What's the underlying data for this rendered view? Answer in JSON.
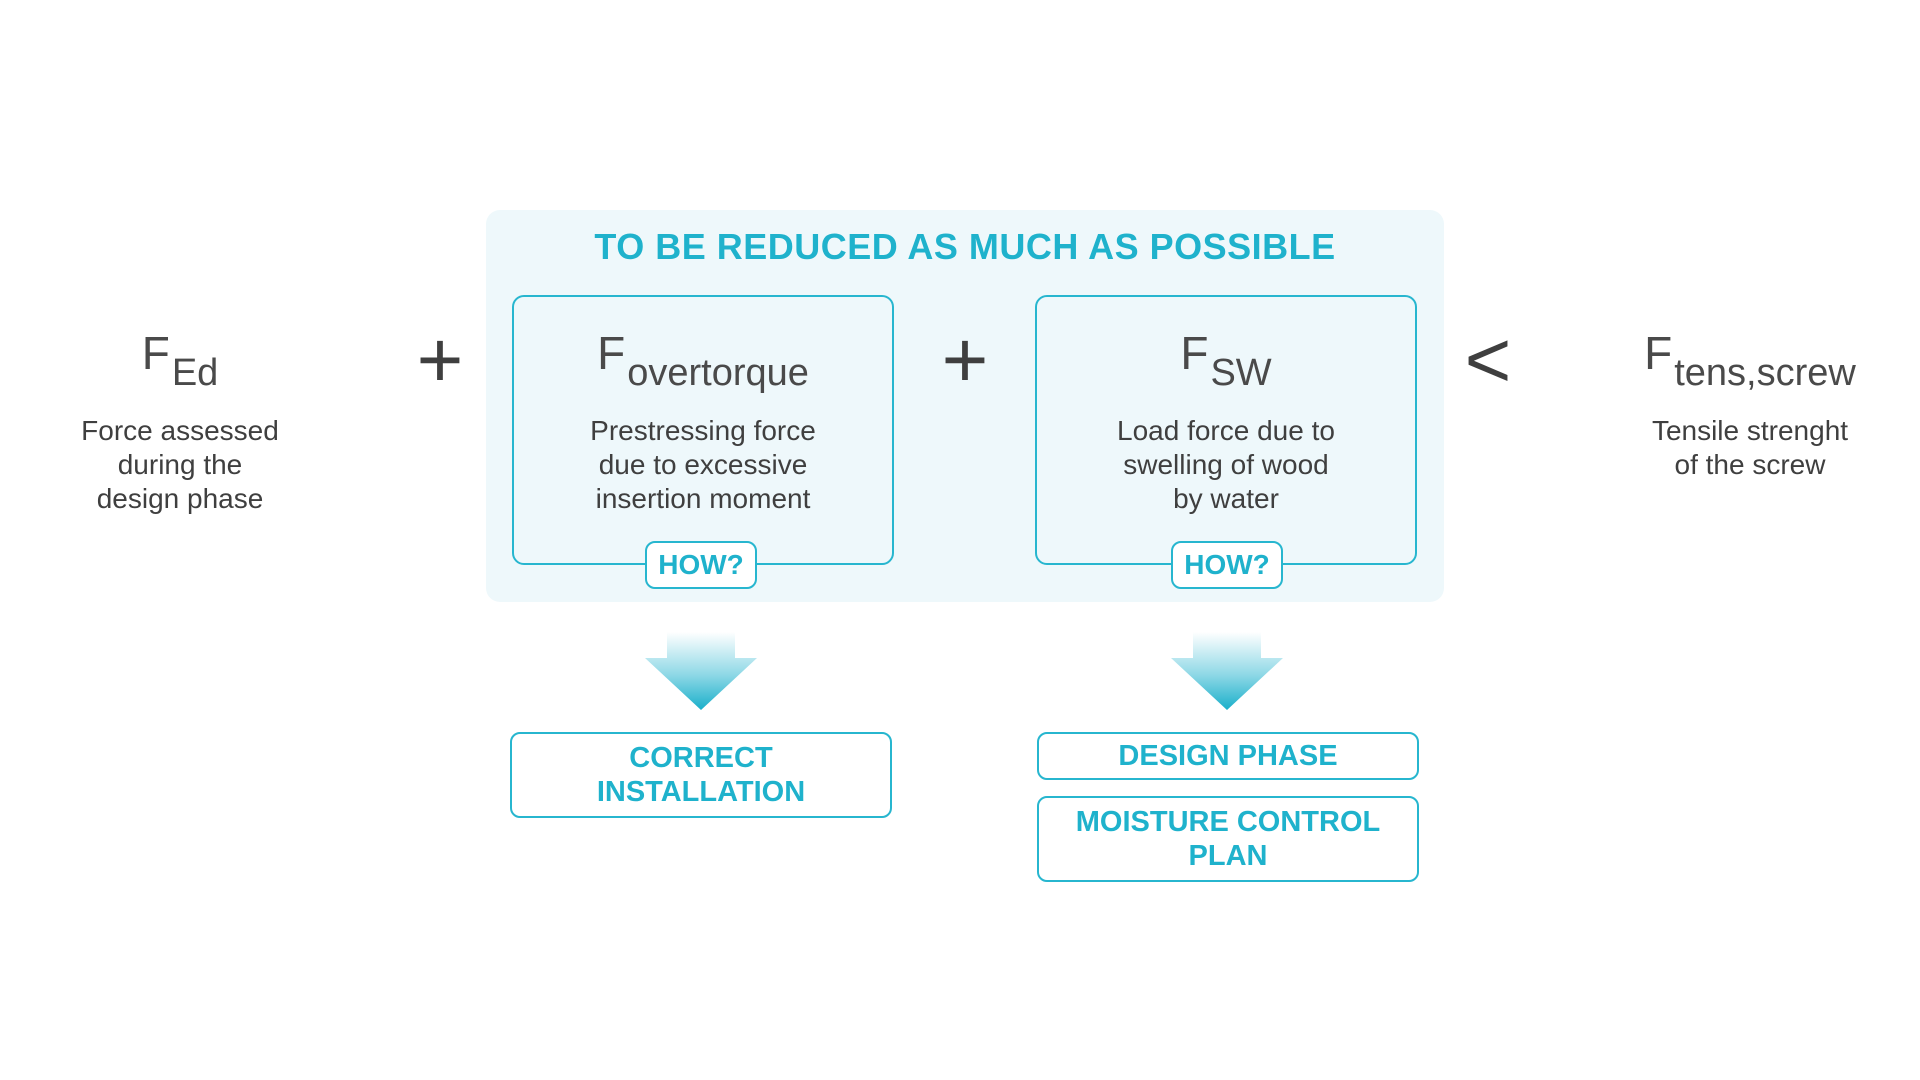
{
  "left": {
    "symbol_main": "F",
    "symbol_sub": "Ed",
    "desc_lines": [
      "Force assessed",
      "during the",
      "design phase"
    ]
  },
  "operators": {
    "plus1": "+",
    "plus2": "+",
    "less": "<"
  },
  "panel": {
    "title": "TO BE REDUCED AS MUCH AS POSSIBLE",
    "box1": {
      "symbol_main": "F",
      "symbol_sub": "overtorque",
      "desc_lines": [
        "Prestressing force",
        "due to excessive",
        "insertion moment"
      ],
      "how": "HOW?"
    },
    "box2": {
      "symbol_main": "F",
      "symbol_sub": "SW",
      "desc_lines": [
        "Load force due to",
        "swelling of wood",
        "by water"
      ],
      "how": "HOW?"
    }
  },
  "right": {
    "symbol_main": "F",
    "symbol_sub": "tens,screw",
    "desc_lines": [
      "Tensile strenght",
      "of the screw"
    ]
  },
  "outcomes": {
    "box1_lines": [
      "CORRECT",
      "INSTALLATION"
    ],
    "box2_line": "DESIGN PHASE",
    "box3_lines": [
      "MOISTURE CONTROL",
      "PLAN"
    ]
  },
  "colors": {
    "accent": "#1fb2cc",
    "panel_bg": "#eef8fb",
    "text": "#3f3f3f"
  }
}
